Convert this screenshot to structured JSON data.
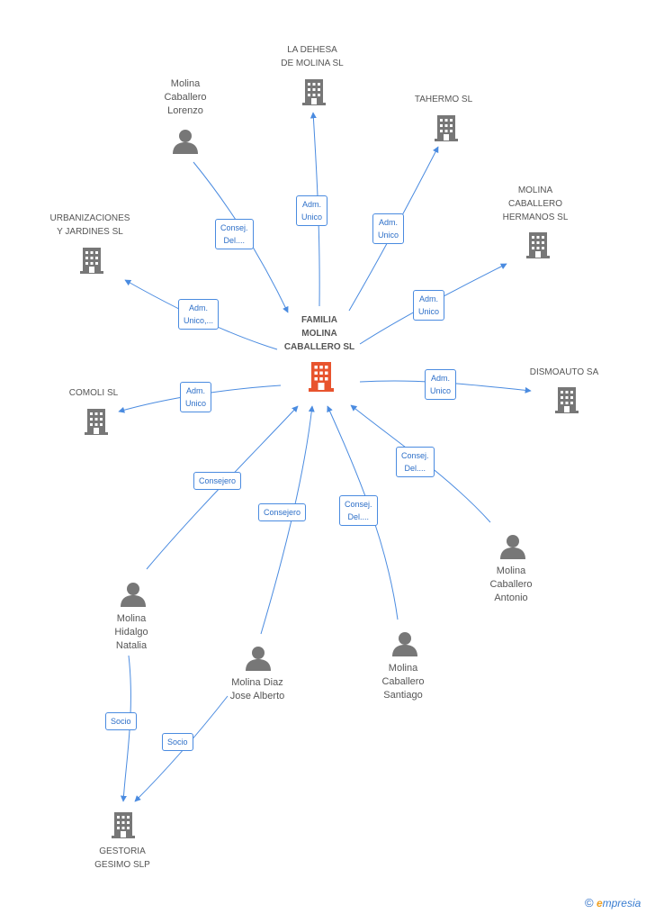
{
  "nodes": {
    "center": {
      "label": "FAMILIA\nMOLINA\nCABALLERO SL",
      "type": "company",
      "color": "#e8542e"
    },
    "la_dehesa": {
      "label": "LA DEHESA\nDE MOLINA SL",
      "type": "company"
    },
    "tahermo": {
      "label": "TAHERMO SL",
      "type": "company"
    },
    "molina_hermanos": {
      "label": "MOLINA\nCABALLERO\nHERMANOS SL",
      "type": "company"
    },
    "dismoauto": {
      "label": "DISMOAUTO SA",
      "type": "company"
    },
    "urbanizaciones": {
      "label": "URBANIZACIONES\nY JARDINES SL",
      "type": "company"
    },
    "comoli": {
      "label": "COMOLI SL",
      "type": "company"
    },
    "gestoria": {
      "label": "GESTORIA\nGESIMO SLP",
      "type": "company"
    },
    "lorenzo": {
      "label": "Molina\nCaballero\nLorenzo",
      "type": "person"
    },
    "antonio": {
      "label": "Molina\nCaballero\nAntonio",
      "type": "person"
    },
    "natalia": {
      "label": "Molina\nHidalgo\nNatalia",
      "type": "person"
    },
    "jose": {
      "label": "Molina Diaz\nJose Alberto",
      "type": "person"
    },
    "santiago": {
      "label": "Molina\nCaballero\nSantiago",
      "type": "person"
    }
  },
  "edges": [
    {
      "id": "e_la_dehesa",
      "label": "Adm.\nUnico"
    },
    {
      "id": "e_tahermo",
      "label": "Adm.\nUnico"
    },
    {
      "id": "e_hermanos",
      "label": "Adm.\nUnico"
    },
    {
      "id": "e_dismoauto",
      "label": "Adm.\nUnico"
    },
    {
      "id": "e_urbanizaciones",
      "label": "Adm.\nUnico,..."
    },
    {
      "id": "e_comoli",
      "label": "Adm.\nUnico"
    },
    {
      "id": "e_lorenzo",
      "label": "Consej.\nDel...."
    },
    {
      "id": "e_antonio",
      "label": "Consej.\nDel...."
    },
    {
      "id": "e_santiago",
      "label": "Consej.\nDel...."
    },
    {
      "id": "e_natalia",
      "label": "Consejero"
    },
    {
      "id": "e_jose",
      "label": "Consejero"
    },
    {
      "id": "e_natalia_gestoria",
      "label": "Socio"
    },
    {
      "id": "e_jose_gestoria",
      "label": "Socio"
    }
  ],
  "colors": {
    "edge": "#4a8be0",
    "company_icon": "#777777",
    "person_icon": "#777777",
    "center_icon": "#e8542e"
  },
  "footer": {
    "copyright": "©",
    "brand_initial": "e",
    "brand_rest": "mpresia"
  }
}
